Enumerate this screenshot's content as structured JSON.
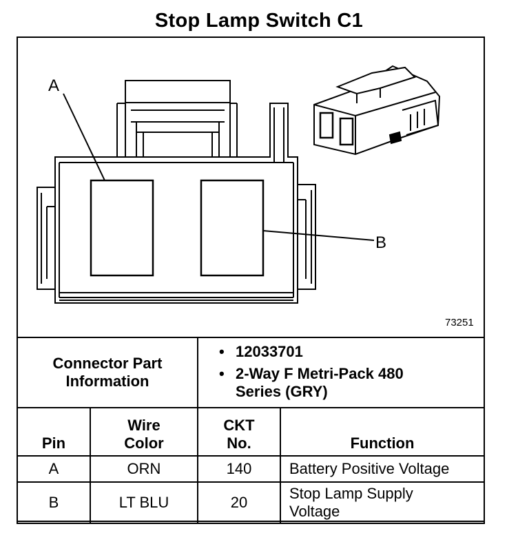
{
  "title": "Stop Lamp Switch C1",
  "figure_number": "73251",
  "callouts": {
    "a": "A",
    "b": "B"
  },
  "connector_info": {
    "label": "Connector Part Information",
    "items": [
      "12033701",
      "2-Way F Metri-Pack 480 Series (GRY)"
    ]
  },
  "pin_table": {
    "headers": {
      "pin": "Pin",
      "wire_color": "Wire Color",
      "ckt_no": "CKT No.",
      "function": "Function"
    },
    "rows": [
      {
        "pin": "A",
        "wire_color": "ORN",
        "ckt_no": "140",
        "function": "Battery Positive Voltage"
      },
      {
        "pin": "B",
        "wire_color": "LT BLU",
        "ckt_no": "20",
        "function": "Stop Lamp Supply Voltage"
      }
    ]
  }
}
